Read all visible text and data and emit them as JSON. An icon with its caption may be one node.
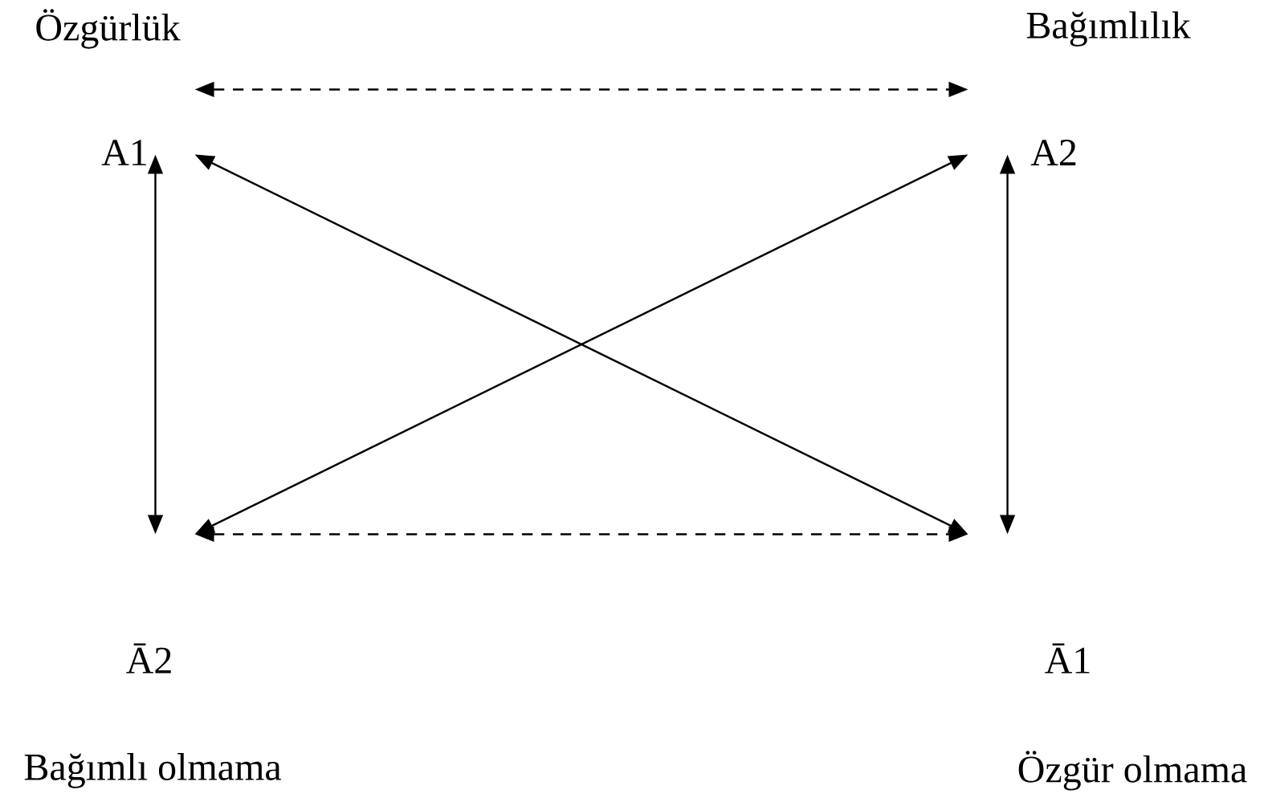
{
  "diagram": {
    "nodes": [
      {
        "text": [
          "A1"
        ],
        "beside": [
          "Özgürlük"
        ]
      },
      {
        "text": [
          "A2"
        ],
        "beside": [
          "Bağımlılık"
        ]
      },
      {
        "text": [
          "Ā2"
        ],
        "beside": [
          "Bağımlı olmama"
        ]
      },
      {
        "text": [
          "Ā1"
        ],
        "beside": [
          "Özgür olmama"
        ]
      }
    ],
    "edges": [
      {
        "from": 0,
        "to": 1,
        "arrow": "both",
        "style": "dashed"
      },
      {
        "from": 2,
        "to": 3,
        "arrow": "both",
        "style": "dashed"
      },
      {
        "from": 0,
        "to": 2,
        "arrow": "both"
      },
      {
        "from": 1,
        "to": 3,
        "arrow": "both"
      },
      {
        "from": 0,
        "to": 3,
        "arrow": "both"
      },
      {
        "from": 1,
        "to": 2,
        "arrow": "both"
      }
    ]
  }
}
